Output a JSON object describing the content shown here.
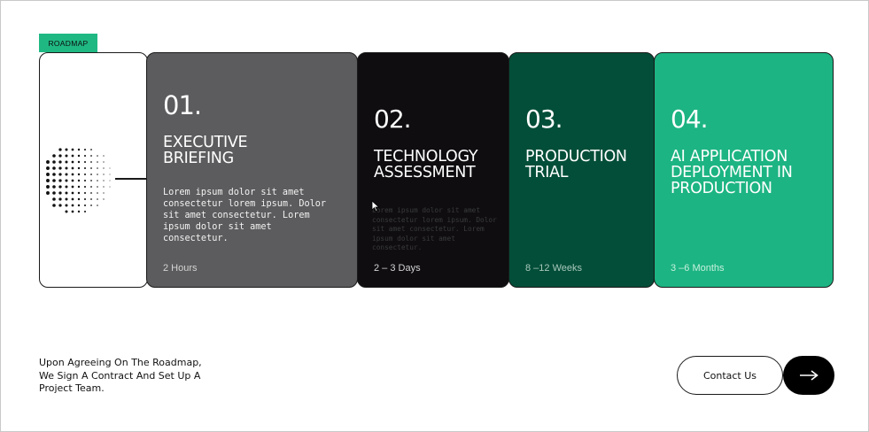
{
  "tag": {
    "label": "ROADMAP"
  },
  "stages": [
    {
      "number": "01.",
      "title": "EXECUTIVE\nBRIEFING",
      "description": "Lorem ipsum dolor sit amet consectetur lorem ipsum. Dolor sit amet consectetur. Lorem ipsum dolor sit amet consectetur.",
      "duration": "2 Hours",
      "color": "#5c5b5d"
    },
    {
      "number": "02.",
      "title": "TECHNOLOGY\nASSESSMENT",
      "description": "Lorem ipsum dolor sit amet consectetur lorem ipsum. Dolor sit amet consectetur. Lorem ipsum dolor sit amet consectetur.",
      "duration": "2 – 3 Days",
      "color": "#0f0d10"
    },
    {
      "number": "03.",
      "title": "PRODUCTION\nTRIAL",
      "description": "",
      "duration": "8 –12 Weeks",
      "color": "#034e38"
    },
    {
      "number": "04.",
      "title": "AI APPLICATION\nDEPLOYMENT IN\nPRODUCTION",
      "description": "",
      "duration": "3 –6 Months",
      "color": "#1cb482"
    }
  ],
  "footer": {
    "text": "Upon Agreeing On The Roadmap, We Sign A Contract And Set Up A Project Team.",
    "contact_label": "Contact Us",
    "arrow_icon": "arrow-right-icon"
  },
  "colors": {
    "accent": "#1fb883",
    "dark": "#000000"
  }
}
